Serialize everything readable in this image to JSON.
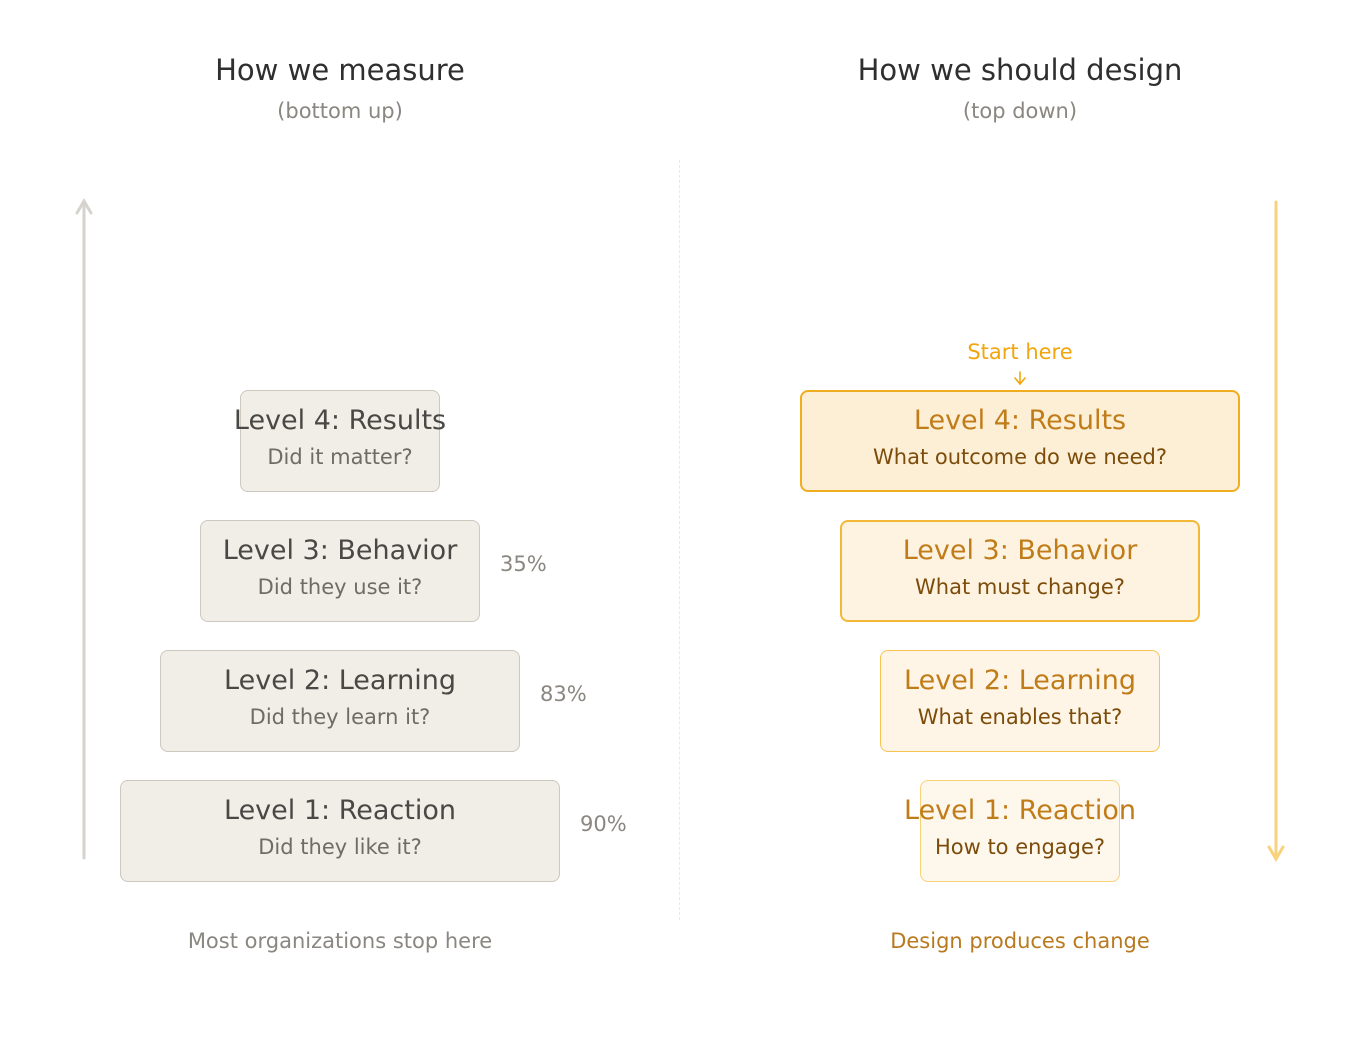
{
  "left": {
    "heading": "How we measure",
    "subheading": "(bottom up)",
    "levels": [
      {
        "title": "Level 4: Results",
        "question": "Did it matter?",
        "percent": ""
      },
      {
        "title": "Level 3: Behavior",
        "question": "Did they use it?",
        "percent": "35%"
      },
      {
        "title": "Level 2: Learning",
        "question": "Did they learn it?",
        "percent": "83%"
      },
      {
        "title": "Level 1: Reaction",
        "question": "Did they like it?",
        "percent": "90%"
      }
    ],
    "footer": "Most organizations stop here"
  },
  "right": {
    "heading": "How we should design",
    "subheading": "(top down)",
    "start_label": "Start here",
    "levels": [
      {
        "title": "Level 4: Results",
        "question": "What outcome do we need?"
      },
      {
        "title": "Level 3: Behavior",
        "question": "What must change?"
      },
      {
        "title": "Level 2: Learning",
        "question": "What enables that?"
      },
      {
        "title": "Level 1: Reaction",
        "question": "How to engage?"
      }
    ],
    "footer": "Design produces change"
  },
  "colors": {
    "left_box_fill": "#f1eee8",
    "left_box_border": "#cdc7bd",
    "accent": "#f2a50c",
    "right_title": "#c17c1a",
    "right_question": "#7c4c0a",
    "right_footer": "#b8791f",
    "up_arrow": "#d6d3cf",
    "down_arrow": "#f8d27c"
  }
}
